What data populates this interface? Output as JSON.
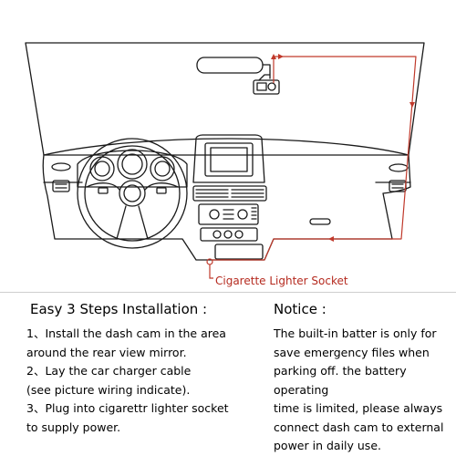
{
  "diagram": {
    "socket_label": "Cigarette Lighter Socket",
    "wire_color": "#c0392b",
    "line_color": "#1a1a1a"
  },
  "installation": {
    "heading": "Easy 3 Steps Installation :",
    "steps": [
      {
        "number": "1、",
        "lines": [
          "Install the dash cam in the area",
          "around the rear view mirror."
        ]
      },
      {
        "number": "2、",
        "lines": [
          "Lay the car charger cable",
          "(see picture wiring indicate)."
        ]
      },
      {
        "number": "3、",
        "lines": [
          "Plug into cigarettr lighter socket",
          "to supply power."
        ]
      }
    ]
  },
  "notice": {
    "heading": "Notice :",
    "lines": [
      "The built-in batter is only for",
      "save emergency files when",
      "parking off. the battery operating",
      "time is limited, please always",
      "connect dash cam to external",
      "power in daily use."
    ]
  }
}
